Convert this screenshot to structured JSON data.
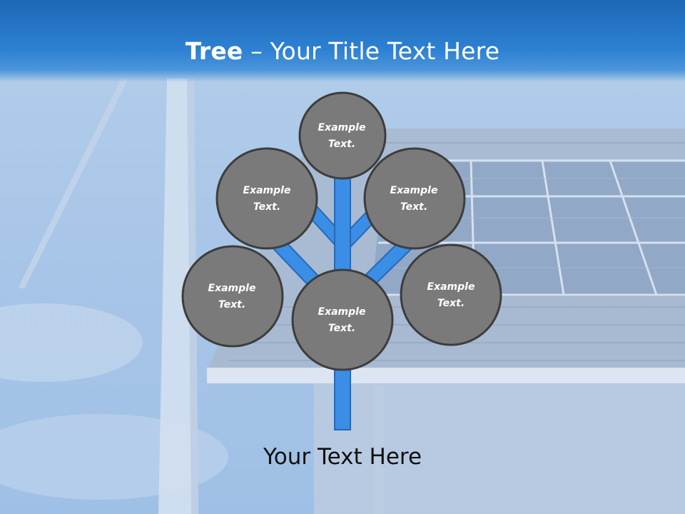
{
  "slide": {
    "title_bold": "Tree",
    "title_rest": " – Your Title Text Here",
    "caption": "Your Text Here"
  },
  "tree": {
    "nodes": [
      {
        "id": "top",
        "line1": "Example",
        "line2": "Text."
      },
      {
        "id": "upper-left",
        "line1": "Example",
        "line2": "Text."
      },
      {
        "id": "upper-right",
        "line1": "Example",
        "line2": "Text."
      },
      {
        "id": "lower-left",
        "line1": "Example",
        "line2": "Text."
      },
      {
        "id": "lower-right",
        "line1": "Example",
        "line2": "Text."
      },
      {
        "id": "center",
        "line1": "Example",
        "line2": "Text."
      }
    ]
  },
  "colors": {
    "header": "#1d68b6",
    "trunk": "#3a8ee6",
    "trunk_outline": "#2768b6",
    "node_fill": "#7a7a7a",
    "node_outline": "#3d3d3d"
  }
}
